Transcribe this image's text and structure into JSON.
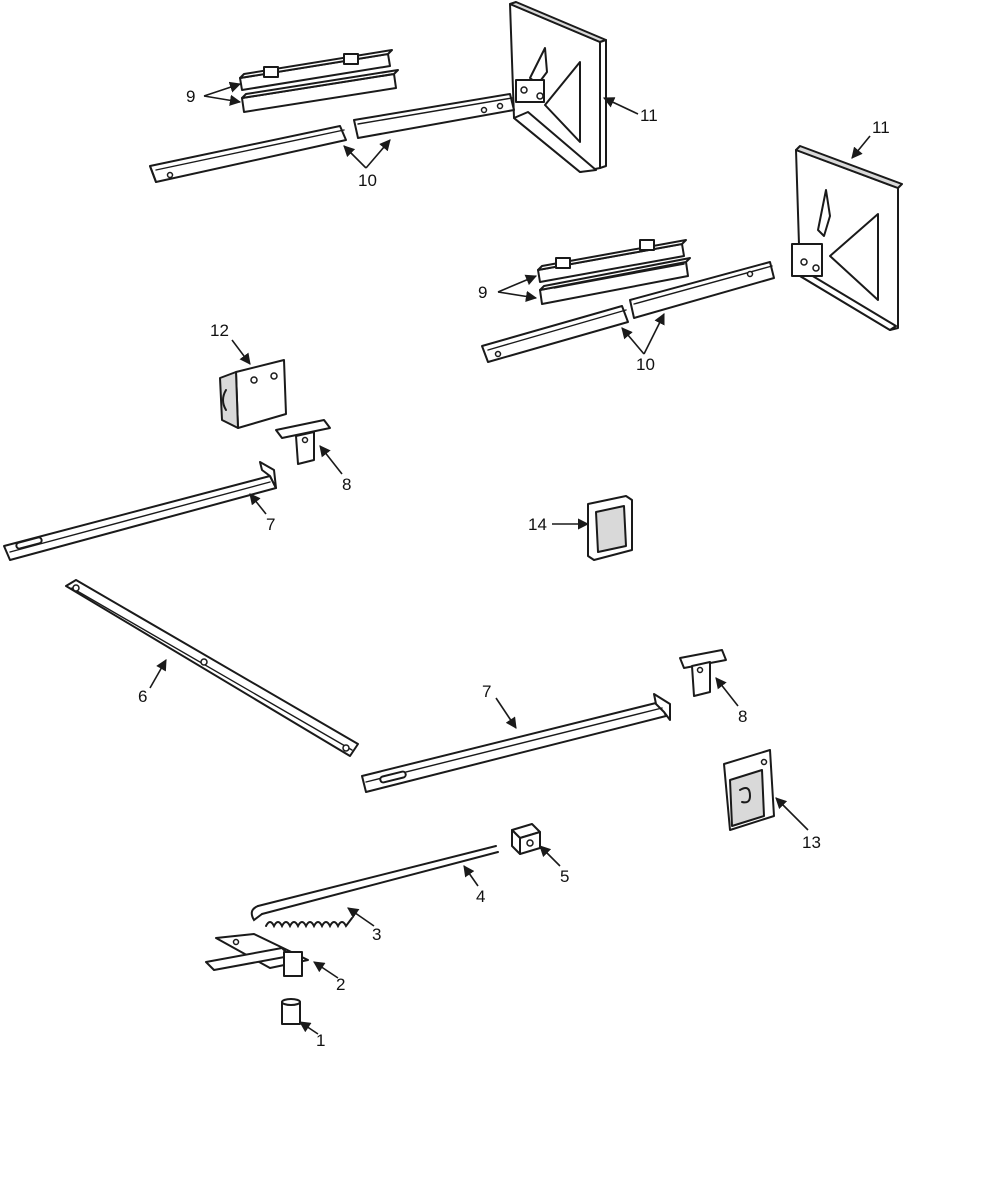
{
  "callouts": [
    {
      "id": "c1",
      "text": "1"
    },
    {
      "id": "c2",
      "text": "2"
    },
    {
      "id": "c3",
      "text": "3"
    },
    {
      "id": "c4",
      "text": "4"
    },
    {
      "id": "c5",
      "text": "5"
    },
    {
      "id": "c6",
      "text": "6"
    },
    {
      "id": "c7a",
      "text": "7"
    },
    {
      "id": "c7b",
      "text": "7"
    },
    {
      "id": "c8a",
      "text": "8"
    },
    {
      "id": "c8b",
      "text": "8"
    },
    {
      "id": "c9a",
      "text": "9"
    },
    {
      "id": "c9b",
      "text": "9"
    },
    {
      "id": "c10a",
      "text": "10"
    },
    {
      "id": "c10b",
      "text": "10"
    },
    {
      "id": "c11a",
      "text": "11"
    },
    {
      "id": "c11b",
      "text": "11"
    },
    {
      "id": "c12",
      "text": "12"
    },
    {
      "id": "c13",
      "text": "13"
    },
    {
      "id": "c14",
      "text": "14"
    }
  ]
}
